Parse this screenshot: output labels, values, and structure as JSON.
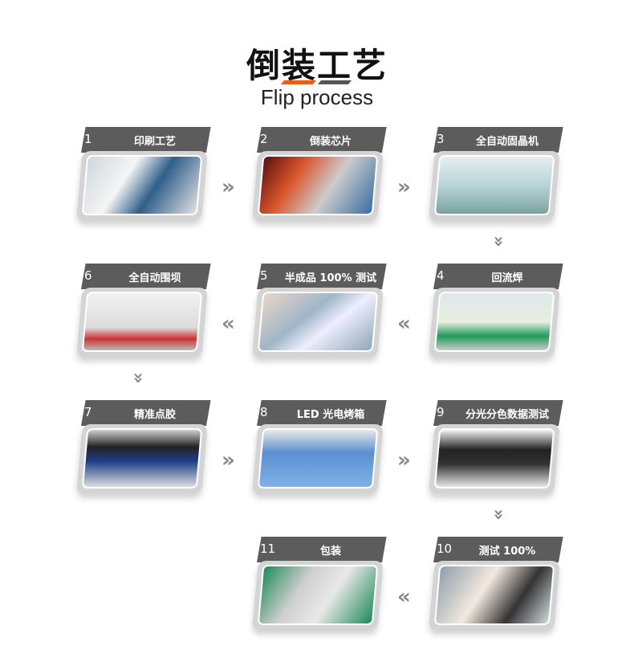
{
  "header": {
    "title": "倒装工艺",
    "subtitle": "Flip process"
  },
  "accent": "#f05a14",
  "steps": [
    {
      "num": "1",
      "label": "印刷工艺"
    },
    {
      "num": "2",
      "label": "倒装芯片"
    },
    {
      "num": "3",
      "label": "全自动固晶机"
    },
    {
      "num": "4",
      "label": "回流焊"
    },
    {
      "num": "5",
      "label": "半成品 100% 测试"
    },
    {
      "num": "6",
      "label": "全自动围坝"
    },
    {
      "num": "7",
      "label": "精准点胶"
    },
    {
      "num": "8",
      "label": "LED 光电烤箱"
    },
    {
      "num": "9",
      "label": "分光分色数据测试"
    },
    {
      "num": "10",
      "label": "测试 100%"
    },
    {
      "num": "11",
      "label": "包装"
    }
  ],
  "arrows": {
    "right": "»",
    "left": "«"
  }
}
